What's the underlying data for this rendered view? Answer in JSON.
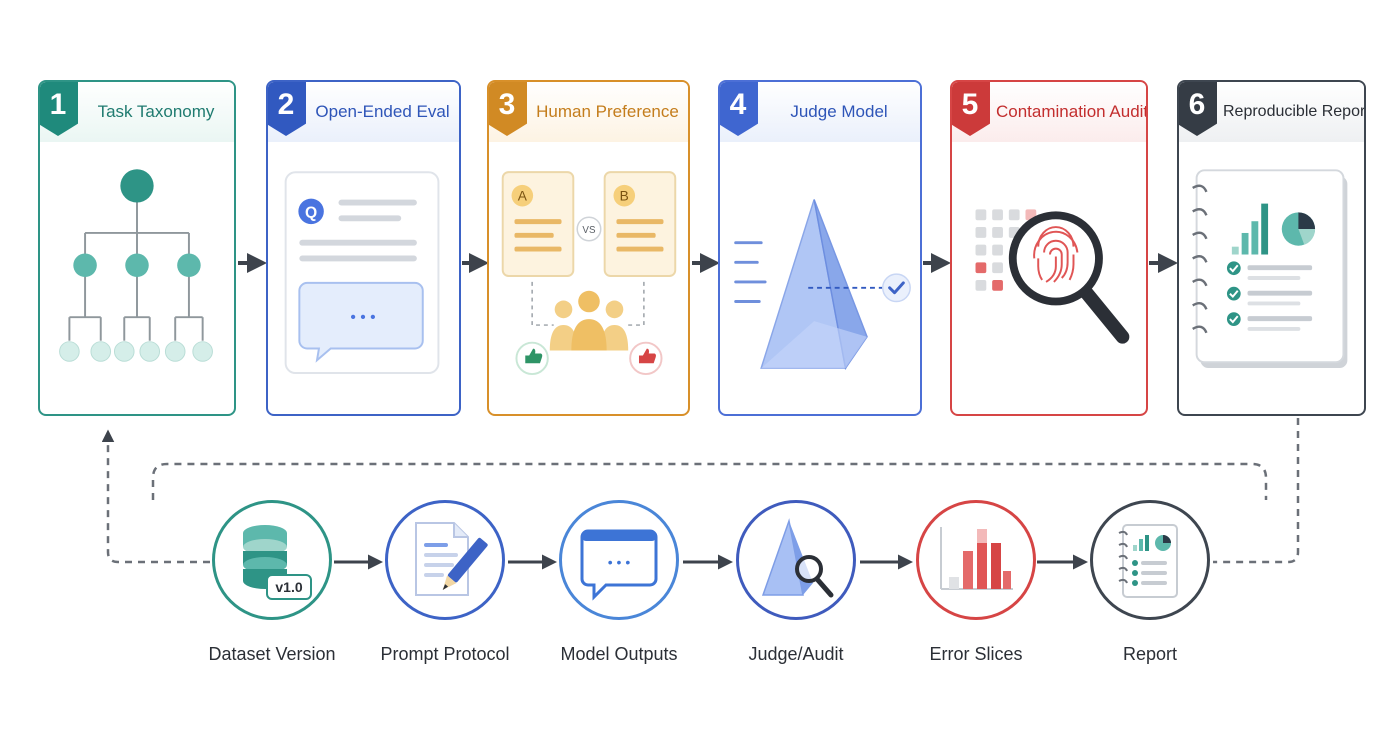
{
  "colors": {
    "teal": "#2e9486",
    "blue": "#3d63c6",
    "orange": "#d8902a",
    "indigo": "#4c6fd6",
    "red": "#d64545",
    "dark": "#3e4650",
    "arrow": "#3d434c"
  },
  "stages": [
    {
      "number": "1",
      "title": "Task Taxonomy",
      "icon": "tree-hierarchy-icon"
    },
    {
      "number": "2",
      "title": "Open-Ended Eval",
      "icon": "question-chat-icon"
    },
    {
      "number": "3",
      "title": "Human Preference",
      "icon": "a-vs-b-people-icon"
    },
    {
      "number": "4",
      "title": "Judge Model",
      "icon": "prism-check-icon"
    },
    {
      "number": "5",
      "title": "Contamination Audit",
      "icon": "fingerprint-magnifier-icon"
    },
    {
      "number": "6",
      "title": "Reproducible Report",
      "icon": "notebook-report-icon"
    }
  ],
  "stage_art": {
    "question_badge": "Q",
    "chat_dots": "• • •",
    "option_a": "A",
    "option_b": "B",
    "versus": "VS"
  },
  "pipeline": [
    {
      "label": "Dataset Version",
      "icon": "database-icon",
      "badge": "v1.0"
    },
    {
      "label": "Prompt Protocol",
      "icon": "document-pen-icon"
    },
    {
      "label": "Model Outputs",
      "icon": "chat-window-icon",
      "dots": "• • •"
    },
    {
      "label": "Judge/Audit",
      "icon": "prism-magnifier-icon"
    },
    {
      "label": "Error Slices",
      "icon": "bar-chart-icon"
    },
    {
      "label": "Report",
      "icon": "report-icon"
    }
  ]
}
